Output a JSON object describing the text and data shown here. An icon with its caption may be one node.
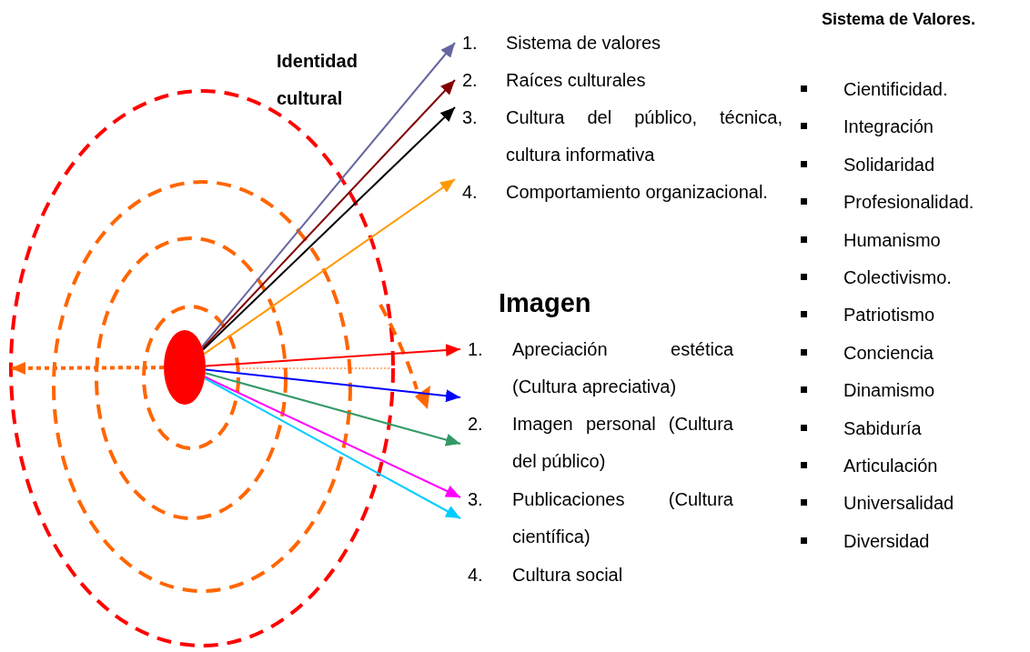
{
  "diagram": {
    "nodes": [
      {
        "text": [],
        "shape": "circle"
      },
      {
        "text": [
          "Sistema de valores"
        ],
        "beside": [
          "1."
        ]
      },
      {
        "text": [
          "Raíces culturales"
        ],
        "beside": [
          "2."
        ]
      },
      {
        "text": [
          "Cultura del público, técnica, cultura informativa"
        ],
        "beside": [
          "3."
        ]
      },
      {
        "text": [
          "Comportamiento organizacional."
        ],
        "beside": [
          "4."
        ]
      },
      {
        "text": [
          "Apreciación estética (Cultura apreciativa)"
        ],
        "beside": [
          "1."
        ]
      },
      {
        "text": [
          "Imagen personal (Cultura del público)"
        ],
        "beside": [
          "2."
        ]
      },
      {
        "text": [
          "Publicaciones (Cultura científica)"
        ],
        "beside": [
          "3."
        ]
      },
      {
        "text": [
          "Cultura social"
        ],
        "beside": [
          "4."
        ]
      }
    ],
    "edges": [
      {
        "from": 0,
        "to": 1,
        "arrow": "to",
        "color": "#6666a0"
      },
      {
        "from": 0,
        "to": 2,
        "arrow": "to",
        "color": "#800000"
      },
      {
        "from": 0,
        "to": 3,
        "arrow": "to",
        "color": "#000000"
      },
      {
        "from": 0,
        "to": 4,
        "arrow": "to",
        "color": "#ff9900"
      },
      {
        "from": 0,
        "to": 5,
        "arrow": "to",
        "color": "#ff0000"
      },
      {
        "from": 0,
        "to": 5,
        "arrow": "to",
        "color": "#0000ff"
      },
      {
        "from": 0,
        "to": 6,
        "arrow": "to",
        "color": "#339966"
      },
      {
        "from": 0,
        "to": 7,
        "arrow": "to",
        "color": "#ff00ff"
      },
      {
        "from": 0,
        "to": 7,
        "arrow": "to",
        "color": "#00ccff"
      },
      {
        "from": 0,
        "to": null,
        "arrow": "to",
        "style": "dashed",
        "color": "#ff6600"
      }
    ],
    "labels": [
      "Identidad cultural",
      "Imagen",
      "Sistema de Valores.",
      "Cientificidad.",
      "Integración",
      "Solidaridad",
      "Profesionalidad.",
      "Humanismo",
      "Colectivismo.",
      "Patriotismo",
      "Conciencia",
      "Dinamismo",
      "Sabiduría",
      "Articulación",
      "Universalidad",
      "Diversidad"
    ]
  }
}
